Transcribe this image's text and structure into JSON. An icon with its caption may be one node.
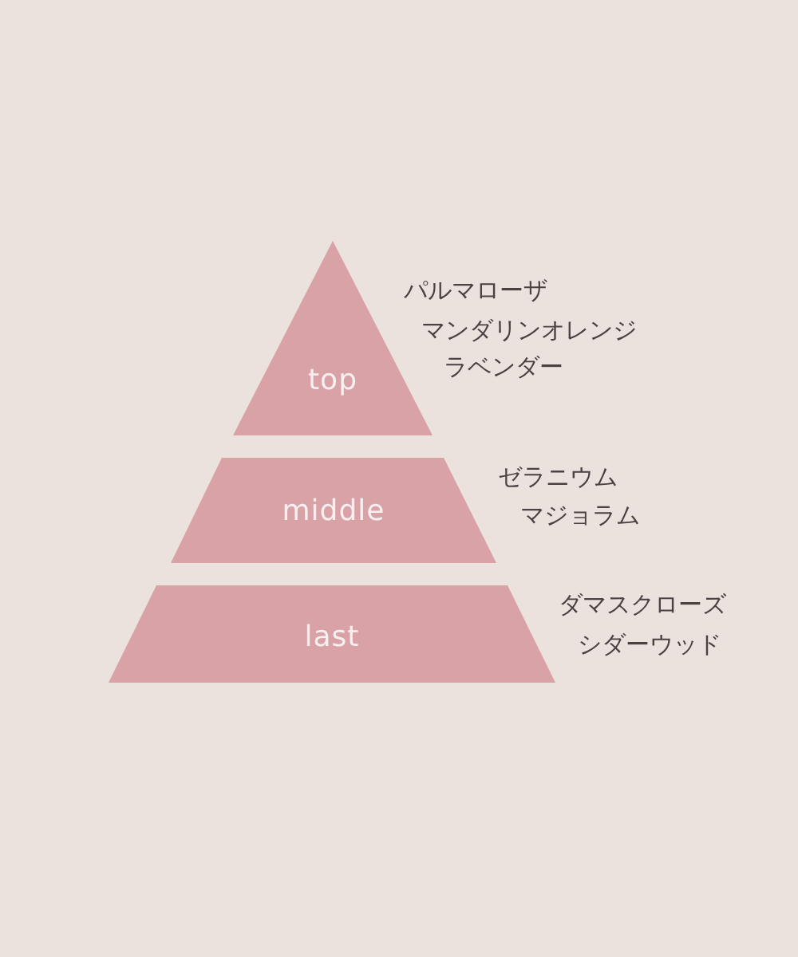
{
  "diagram": {
    "nodes": [
      {
        "text": [
          "top"
        ],
        "beside": [
          "パルマローザ",
          "マンダリンオレンジ",
          "ラベンダー"
        ]
      },
      {
        "text": [
          "middle"
        ],
        "beside": [
          "ゼラニウム",
          "マジョラム"
        ]
      },
      {
        "text": [
          "last"
        ],
        "beside": [
          "ダマスクローズ",
          "シダーウッド"
        ]
      }
    ]
  }
}
